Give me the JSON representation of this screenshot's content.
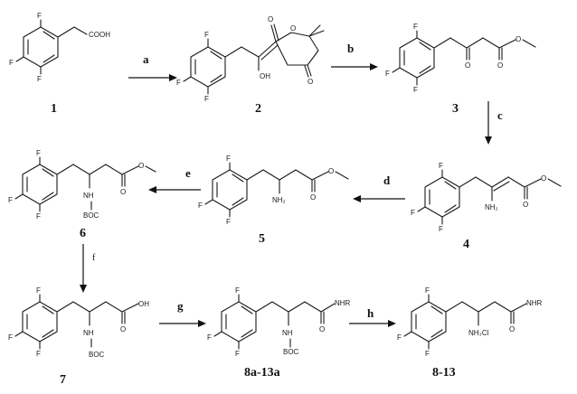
{
  "compounds": {
    "c1": "1",
    "c2": "2",
    "c3": "3",
    "c4": "4",
    "c5": "5",
    "c6": "6",
    "c7": "7",
    "c8a13a": "8a-13a",
    "c813": "8-13"
  },
  "steps": {
    "a": "a",
    "b": "b",
    "c": "c",
    "d": "d",
    "e": "e",
    "f": "f",
    "g": "g",
    "h": "h"
  },
  "atoms": {
    "F": "F",
    "COOH": "COOH",
    "OH": "OH",
    "O": "O",
    "NH2": "NH₂",
    "NH": "NH",
    "BOC": "BOC",
    "NHR": "NHR",
    "NH3Cl": "NH₃Cl"
  }
}
